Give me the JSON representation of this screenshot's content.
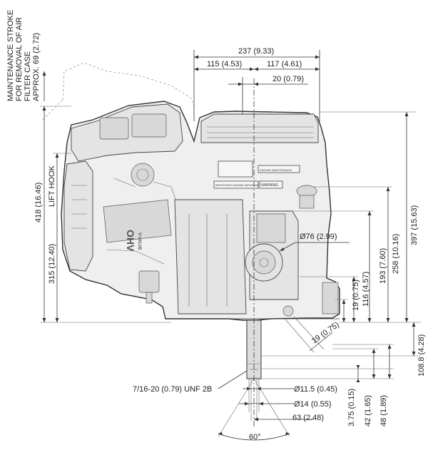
{
  "maintenance_note": [
    "MAINTENANCE STROKE",
    "FOR REMOVAL OF AIR",
    "FILTER CASE",
    "APPROX. 69 (2.72)"
  ],
  "dims": {
    "w237": "237 (9.33)",
    "w115": "115 (4.53)",
    "w117": "117 (4.61)",
    "w20": "20 (0.79)",
    "h418": "418 (16.46)",
    "lift_hook": "LIFT HOOK",
    "h315": "315 (12.40)",
    "h397": "397 (15.63)",
    "h258": "258 (10.16)",
    "h193": "193 (7.60)",
    "h116": "116 (4.57)",
    "h19v": "19 (0.75)",
    "d76": "Ø76 (2.99)",
    "d19diag": "19 (0.75)",
    "h108": "108.8 (4.28)",
    "thread": "7/16-20 (0.79) UNF 2B",
    "d115": "Ø11.5 (0.45)",
    "d14": "Ø14 (0.55)",
    "w63": "63 (2.48)",
    "h375": "3.75 (0.15)",
    "h42": "42 (1.65)",
    "h48": "48 (1.89)",
    "angle60": "60°"
  },
  "engine_labels": {
    "engine_maintenance": "ENGINE MAINTENANCE",
    "warning": "WARNING",
    "important": "IMPORTANT ENGINE INFORMATION",
    "ohv": "OHV",
    "v_valve": "V-VALVE"
  }
}
